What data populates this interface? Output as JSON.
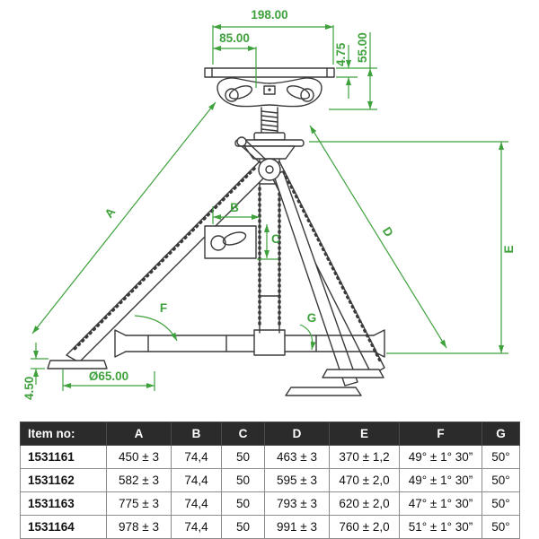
{
  "drawing": {
    "colors": {
      "dimension": "#3EA13C",
      "line": "#3a3a3a"
    },
    "dims": {
      "top_width": "198.00",
      "inner_width": "85.00",
      "plate_thickness": "4.75",
      "head_height": "55.00",
      "label_a": "A",
      "label_b": "B",
      "label_c": "C",
      "label_d": "D",
      "label_e": "E",
      "label_f": "F",
      "label_g": "G",
      "base_diameter": "Ø65.00",
      "foot_height": "4.50"
    }
  },
  "table": {
    "headers": [
      "Item no:",
      "A",
      "B",
      "C",
      "D",
      "E",
      "F",
      "G"
    ],
    "rows": [
      [
        "1531161",
        "450 ± 3",
        "74,4",
        "50",
        "463 ± 3",
        "370 ± 1,2",
        "49° ± 1° 30”",
        "50°"
      ],
      [
        "1531162",
        "582 ± 3",
        "74,4",
        "50",
        "595 ± 3",
        "470 ± 2,0",
        "49° ± 1° 30”",
        "50°"
      ],
      [
        "1531163",
        "775 ± 3",
        "74,4",
        "50",
        "793 ± 3",
        "620 ± 2,0",
        "47° ± 1° 30”",
        "50°"
      ],
      [
        "1531164",
        "978 ± 3",
        "74,4",
        "50",
        "991 ± 3",
        "760 ± 2,0",
        "51° ± 1° 30”",
        "50°"
      ]
    ]
  }
}
